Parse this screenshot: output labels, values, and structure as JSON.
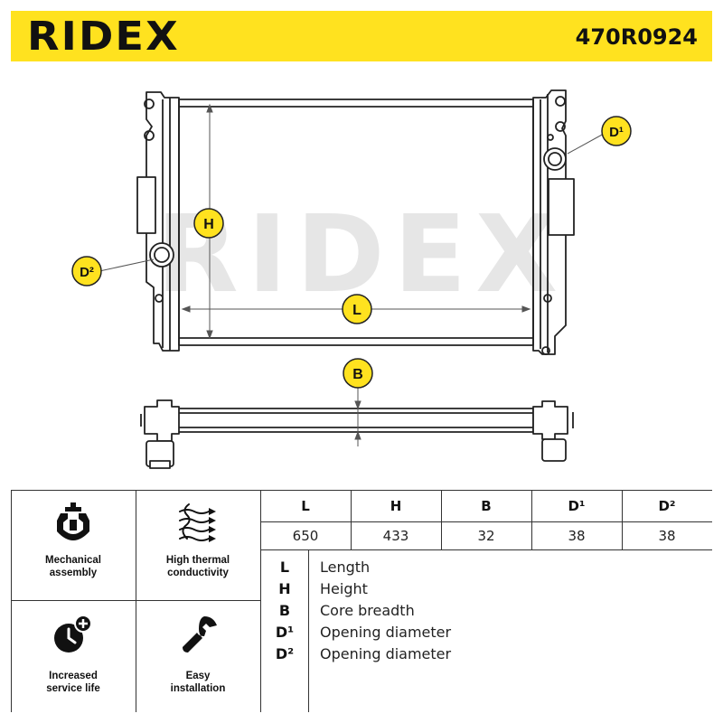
{
  "header": {
    "brand": "RIDEX",
    "part_number": "470R0924"
  },
  "diagram": {
    "watermark": "RIDEX",
    "callouts": {
      "h": "H",
      "l": "L",
      "b": "B",
      "d1": "D¹",
      "d2": "D²"
    }
  },
  "features": [
    {
      "icon": "mechanical-assembly-icon",
      "label_line1": "Mechanical",
      "label_line2": "assembly"
    },
    {
      "icon": "thermal-conductivity-icon",
      "label_line1": "High thermal",
      "label_line2": "conductivity"
    },
    {
      "icon": "service-life-icon",
      "label_line1": "Increased",
      "label_line2": "service life"
    },
    {
      "icon": "wrench-icon",
      "label_line1": "Easy",
      "label_line2": "installation"
    }
  ],
  "dimensions_table": {
    "headers": [
      "L",
      "H",
      "B",
      "D¹",
      "D²"
    ],
    "values": [
      "650",
      "433",
      "32",
      "38",
      "38"
    ]
  },
  "legend": [
    {
      "key": "L",
      "desc": "Length"
    },
    {
      "key": "H",
      "desc": "Height"
    },
    {
      "key": "B",
      "desc": "Core breadth"
    },
    {
      "key": "D¹",
      "desc": "Opening diameter"
    },
    {
      "key": "D²",
      "desc": "Opening diameter"
    }
  ],
  "colors": {
    "brand_yellow": "#ffe21f",
    "line": "#222222",
    "watermark": "#e6e6e6"
  }
}
